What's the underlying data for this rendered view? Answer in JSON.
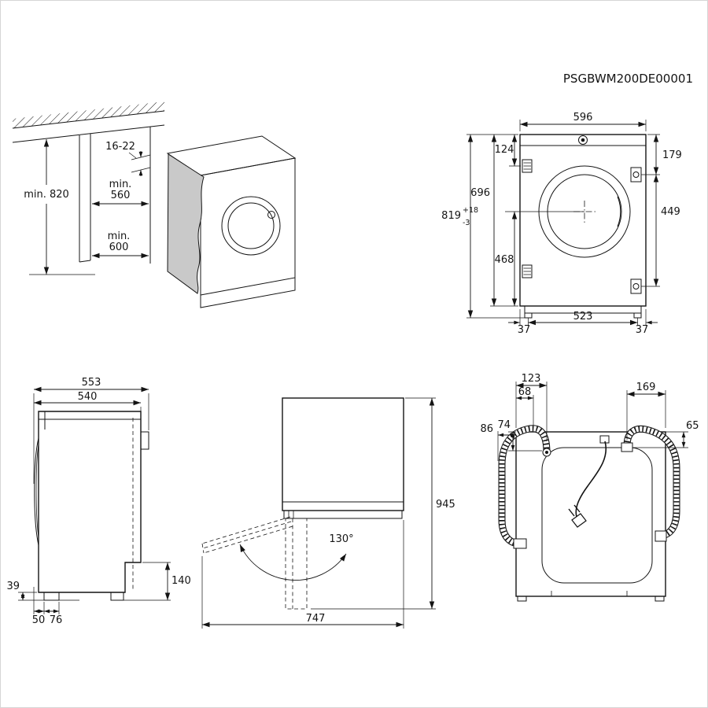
{
  "header": {
    "doc_code": "PSGBWM200DE00001"
  },
  "niche": {
    "min_height": "min. 820",
    "top_gap": "16-22",
    "min_depth_l1": "min.",
    "min_depth_l2": "560",
    "min_width_l1": "min.",
    "min_width_l2": "600"
  },
  "front": {
    "width": "596",
    "top_to_vent": "124",
    "top_to_hinge": "179",
    "body_height": "696",
    "total_height": "819",
    "tol_plus": "+18",
    "tol_minus": "-3",
    "center_to_floor": "468",
    "hinge_span": "449",
    "feet_span": "523",
    "foot_offset_left": "37",
    "foot_offset_right": "37"
  },
  "side": {
    "depth_total": "553",
    "depth_body": "540",
    "foot_height": "39",
    "plinth_height": "140",
    "foot_front_offset": "50",
    "foot_length": "76"
  },
  "door": {
    "open_height": "945",
    "open_angle": "130°",
    "open_depth": "747"
  },
  "rear": {
    "drain_offset_a": "123",
    "drain_offset_b": "68",
    "inlet_offset": "169",
    "drain_protrusion": "86",
    "drain_drop": "74",
    "inlet_drop": "65"
  }
}
